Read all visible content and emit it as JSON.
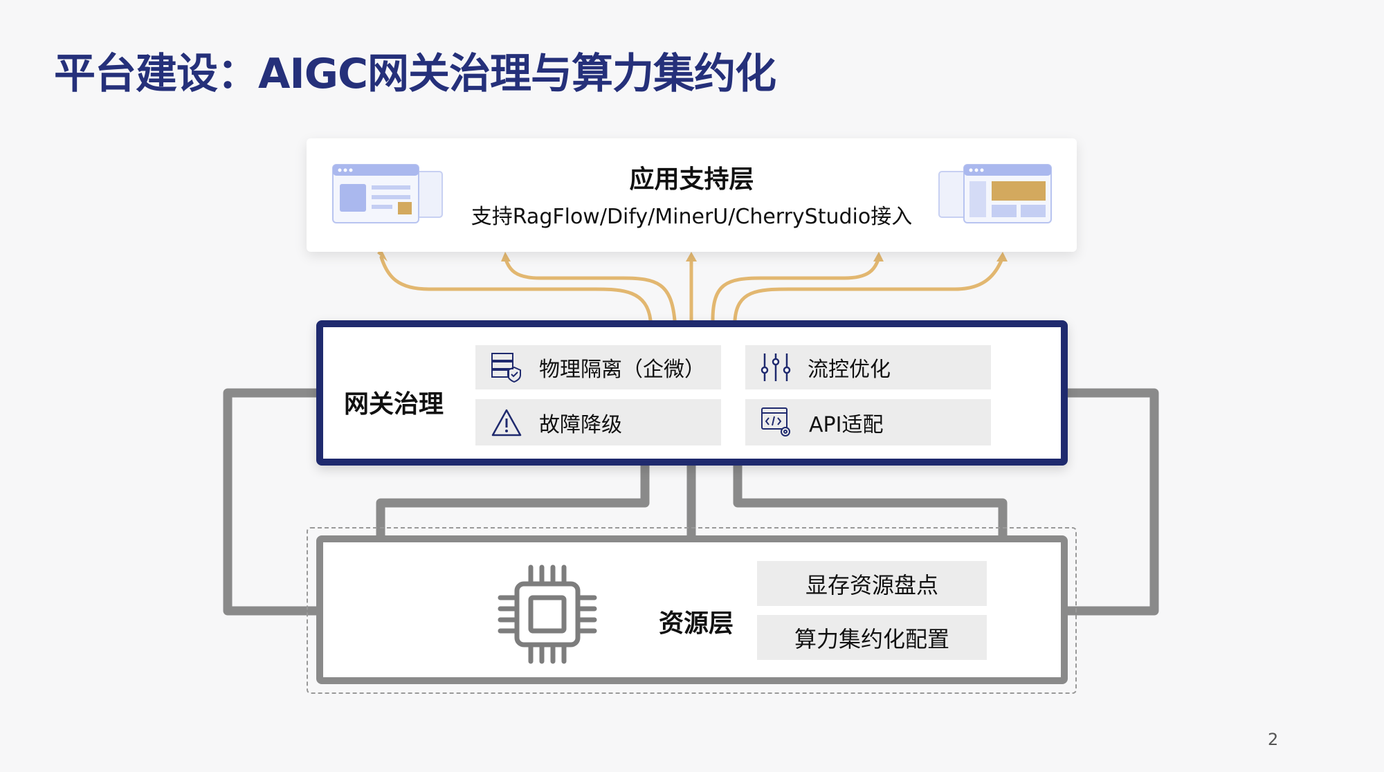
{
  "title": "平台建设：AIGC网关治理与算力集约化",
  "app_layer": {
    "title": "应用支持层",
    "subtitle": "支持RagFlow/Dify/MinerU/CherryStudio接入"
  },
  "gateway": {
    "label": "网关治理",
    "items": [
      {
        "label": "物理隔离（企微）",
        "icon": "server-shield-icon"
      },
      {
        "label": "流控优化",
        "icon": "sliders-icon"
      },
      {
        "label": "故障降级",
        "icon": "warning-icon"
      },
      {
        "label": "API适配",
        "icon": "code-gear-icon"
      }
    ]
  },
  "resource": {
    "label": "资源层",
    "items": [
      "显存资源盘点",
      "算力集约化配置"
    ]
  },
  "page_number": "2",
  "colors": {
    "navy": "#1f2a6e",
    "gold": "#e0b46a",
    "gray": "#8a8a8a"
  }
}
